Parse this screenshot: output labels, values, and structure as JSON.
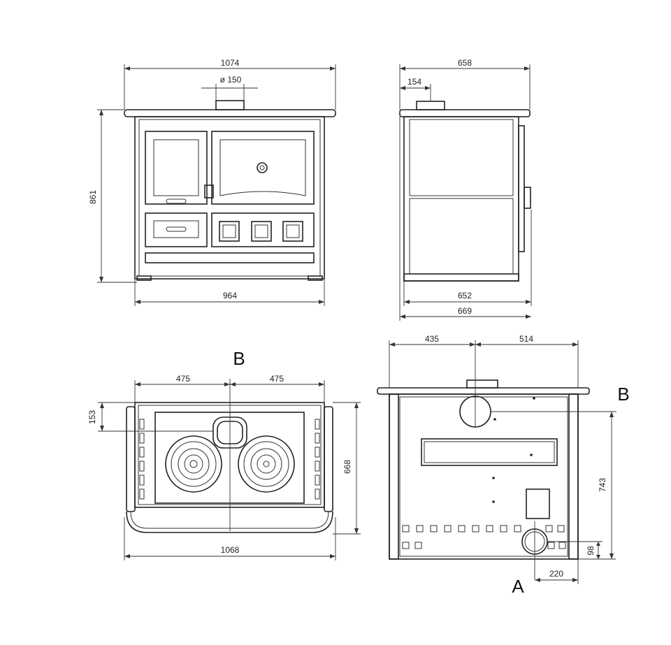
{
  "front_view": {
    "width_top": "1074",
    "flue_diameter": "ø 150",
    "height": "861",
    "width_bottom": "964"
  },
  "side_view": {
    "depth_total": "658",
    "flue_offset": "154",
    "depth_body": "652",
    "depth_bottom": "669"
  },
  "top_view": {
    "left_half": "475",
    "right_half": "475",
    "front_offset": "153",
    "depth": "668",
    "width": "1068",
    "section_label": "B"
  },
  "rear_view": {
    "left_offset": "435",
    "right_offset": "514",
    "flue_height": "743",
    "outlet_height": "98",
    "outlet_offset": "220",
    "section_label": "B",
    "outlet_label": "A"
  }
}
